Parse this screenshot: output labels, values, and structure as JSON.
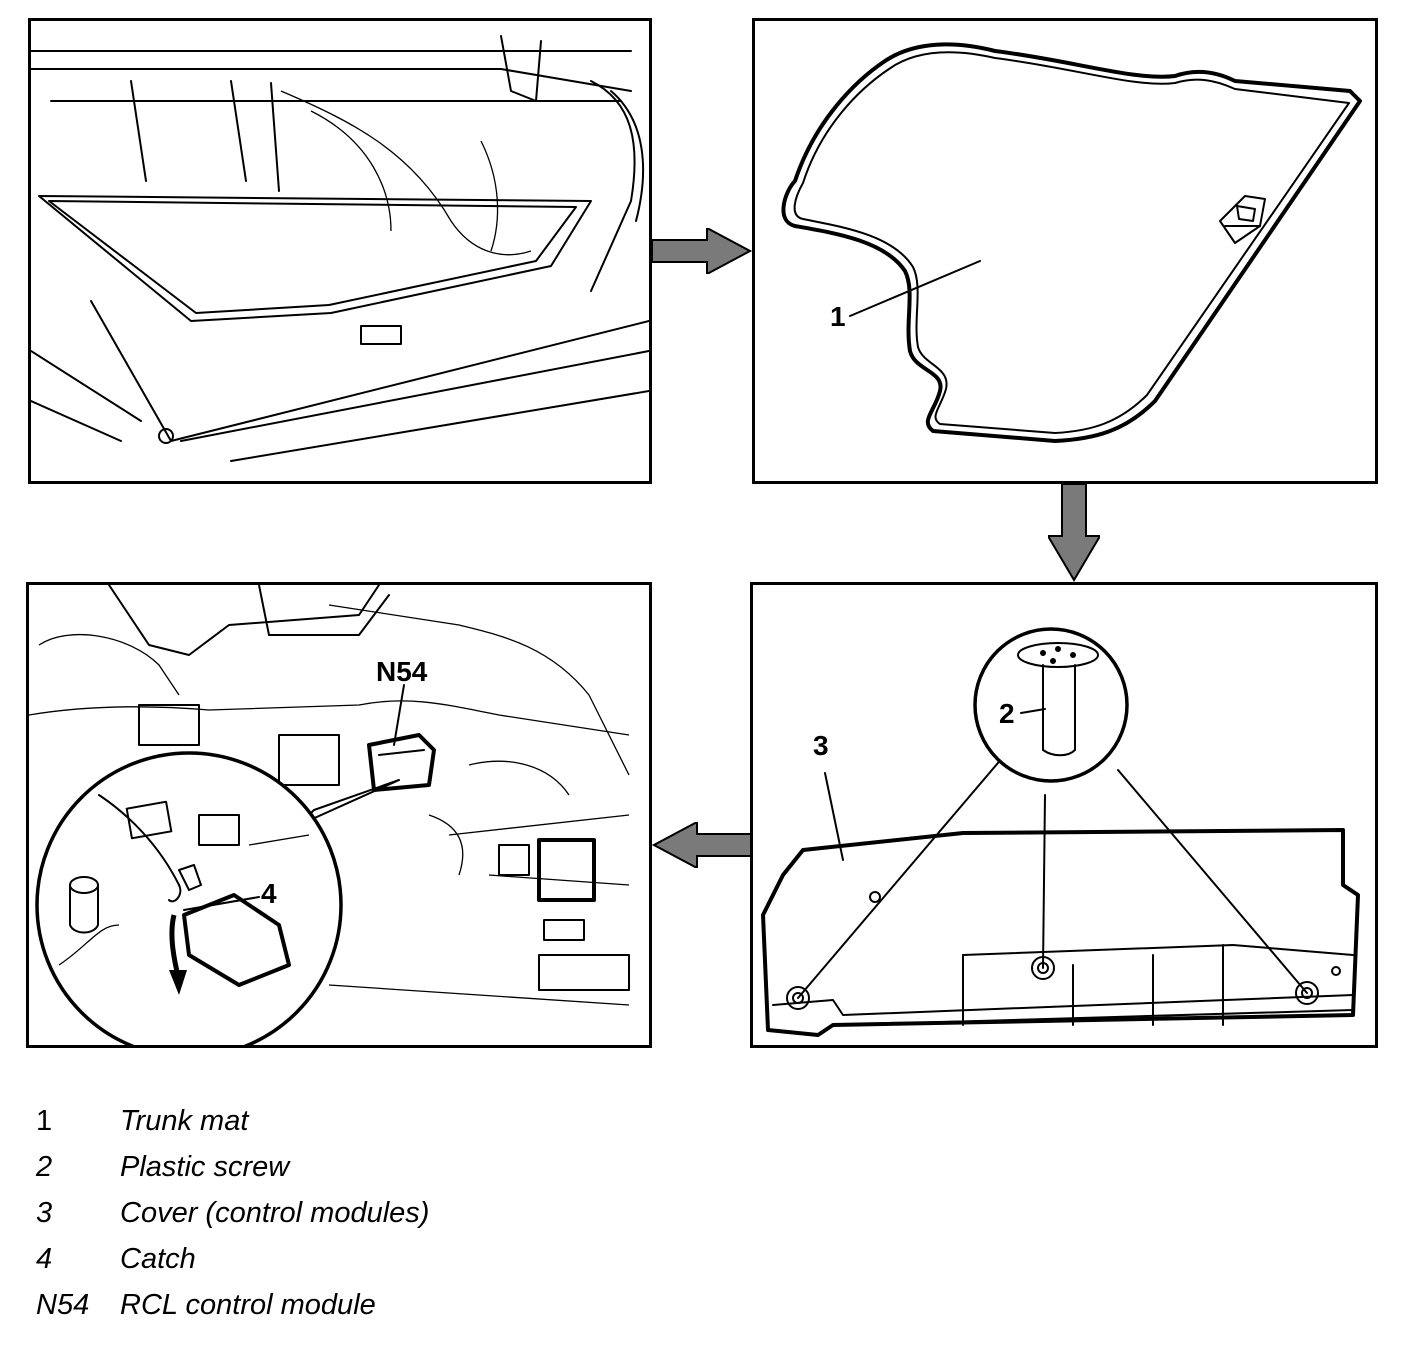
{
  "callouts": {
    "mat": "1",
    "screw": "2",
    "cover": "3",
    "catch": "4",
    "module": "N54"
  },
  "legend": [
    {
      "key": "1",
      "text": "Trunk mat"
    },
    {
      "key": "2",
      "text": "Plastic screw"
    },
    {
      "key": "3",
      "text": "Cover (control modules)"
    },
    {
      "key": "4",
      "text": "Catch"
    },
    {
      "key": "N54",
      "text": "RCL control module"
    }
  ],
  "colors": {
    "line": "#000000",
    "arrow_fill": "#7a7a7a",
    "background": "#ffffff"
  }
}
